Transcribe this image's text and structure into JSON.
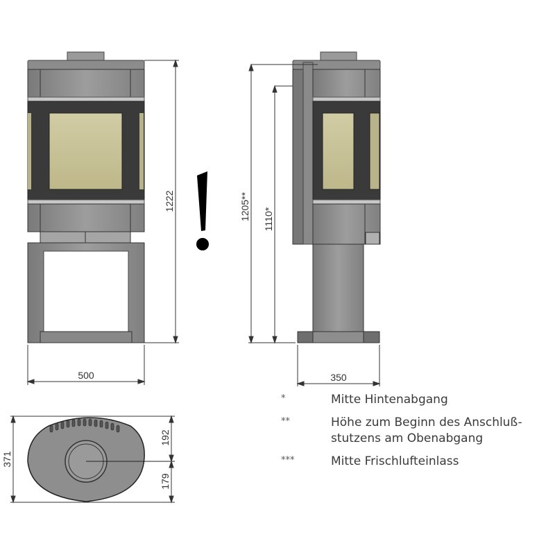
{
  "colors": {
    "stove_body": "#8e8e8e",
    "stove_dark": "#3a3a3a",
    "glass": "#c9c39a",
    "dim_line": "#333333",
    "text": "#333333"
  },
  "front_view": {
    "height_label": "1222",
    "width_label": "500"
  },
  "side_view": {
    "height_top_label": "1205**",
    "height_rear_label": "1110*",
    "depth_label": "350"
  },
  "warning": {
    "symbol": "!"
  },
  "top_view": {
    "depth_total_label": "371",
    "depth_front_label": "192",
    "depth_rear_label": "179"
  },
  "legend": [
    {
      "symbol": "*",
      "text": "Mitte Hintenabgang"
    },
    {
      "symbol": "**",
      "text": "Höhe zum Beginn des Anschluß-stutzens am Obenabgang"
    },
    {
      "symbol": "***",
      "text": "Mitte Frischlufteinlass"
    }
  ]
}
